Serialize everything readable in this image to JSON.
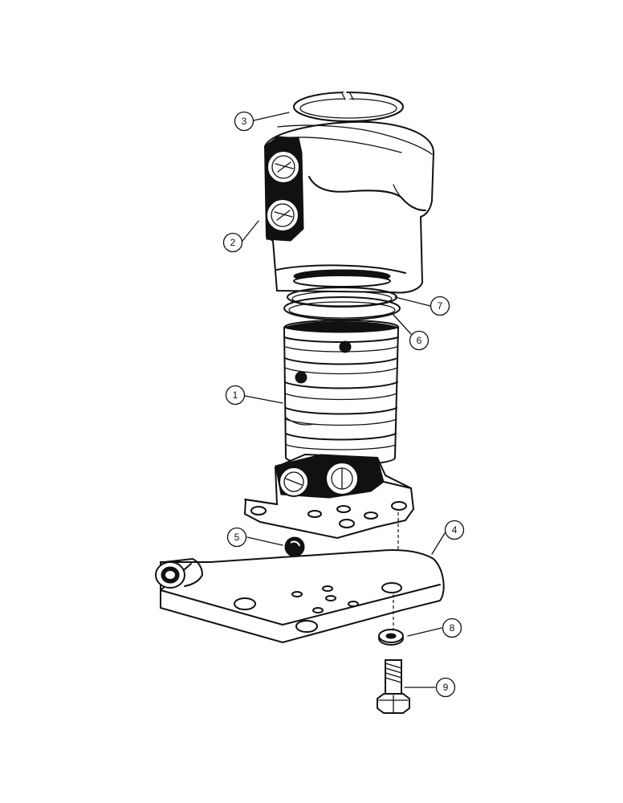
{
  "callouts": [
    {
      "id": "1",
      "label": "1"
    },
    {
      "id": "2",
      "label": "2"
    },
    {
      "id": "3",
      "label": "3"
    },
    {
      "id": "4",
      "label": "4"
    },
    {
      "id": "5",
      "label": "5"
    },
    {
      "id": "6",
      "label": "6"
    },
    {
      "id": "7",
      "label": "7"
    },
    {
      "id": "8",
      "label": "8"
    },
    {
      "id": "9",
      "label": "9"
    }
  ],
  "colors": {
    "ink": "#111111",
    "paper": "#ffffff"
  }
}
